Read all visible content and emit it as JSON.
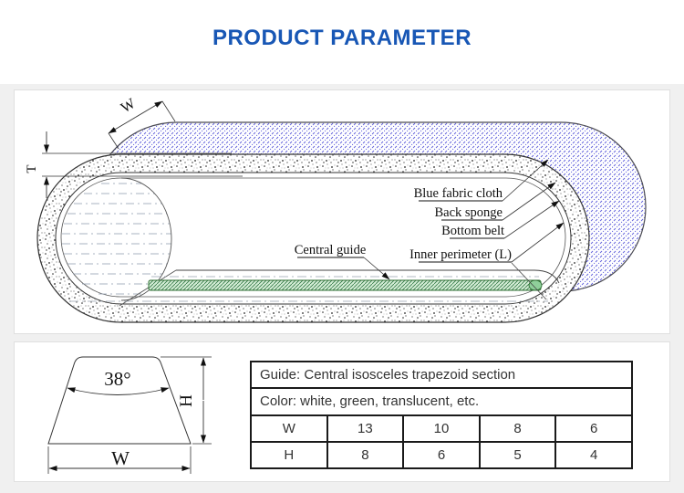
{
  "header": {
    "title": "PRODUCT PARAMETER"
  },
  "belt_diagram": {
    "labels": {
      "blue_fabric_cloth": "Blue fabric cloth",
      "back_sponge": "Back sponge",
      "bottom_belt": "Bottom belt",
      "inner_perimeter": "Inner perimeter (L)",
      "central_guide": "Central guide"
    },
    "dimensions": {
      "wrap_width": "W",
      "thickness": "T"
    }
  },
  "guide_section": {
    "trapezoid": {
      "angle": "38°",
      "height_label": "H",
      "width_label": "W"
    },
    "table": {
      "guide_row": "Guide: Central isosceles trapezoid section",
      "color_row": "Color: white, green, translucent, etc.",
      "size_rows": [
        {
          "label": "W",
          "values": [
            "13",
            "10",
            "8",
            "6"
          ]
        },
        {
          "label": "H",
          "values": [
            "8",
            "6",
            "5",
            "4"
          ]
        }
      ]
    }
  },
  "colors": {
    "title_blue": "#1857b5",
    "fabric_hatch_blue": "#6565dd",
    "guide_green": "#337a47",
    "sponge_speck": "#222222"
  }
}
